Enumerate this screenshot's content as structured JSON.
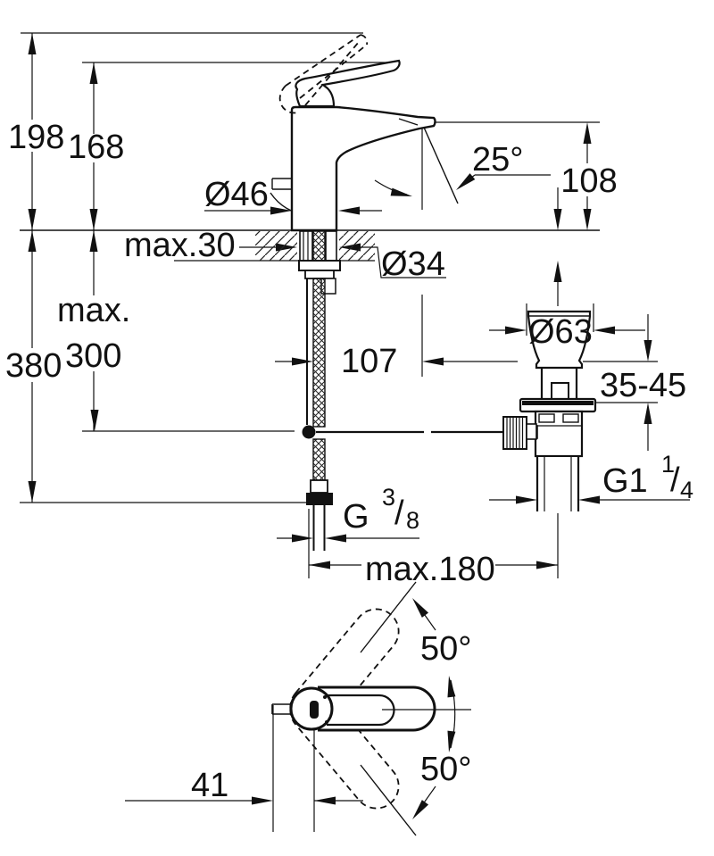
{
  "meta": {
    "background_color": "#ffffff",
    "line_color": "#111111"
  },
  "dimensions": {
    "overall_height": "198",
    "lever_height": "168",
    "base_diameter": "Ø46",
    "counter_thickness": "max.30",
    "hole_diameter": "Ø34",
    "hose_max_word": "max.",
    "hose_max_value": "300",
    "total_below_counter": "380",
    "spout_reach": "107",
    "spout_angle": "25°",
    "spout_height": "108",
    "waste_flange_diameter": "Ø63",
    "waste_clamp_range": "35-45",
    "waste_thread": {
      "main": "G1",
      "sup": "1",
      "slash": "/",
      "sub": "4"
    },
    "supply_thread": {
      "main": "G",
      "sup": "3",
      "slash": "/",
      "sub": "8"
    },
    "center_distance": "max.180",
    "handle_swing_up": "50°",
    "handle_swing_down": "50°",
    "handle_offset": "41"
  }
}
